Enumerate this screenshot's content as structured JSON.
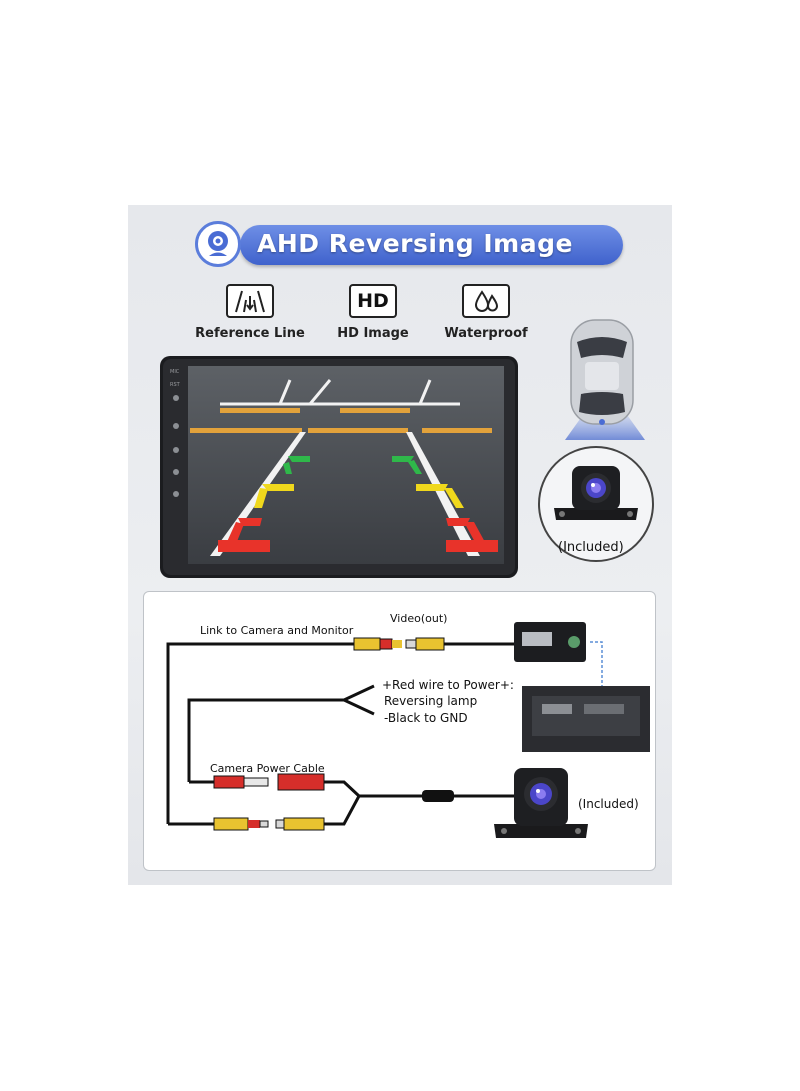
{
  "banner": {
    "title": "AHD Reversing Image",
    "icon": "webcam-icon",
    "color": "#4a6cd4"
  },
  "features": [
    {
      "label": "Reference Line",
      "icon": "reference-line-icon"
    },
    {
      "label": "HD Image",
      "icon": "hd-icon",
      "icon_text": "HD"
    },
    {
      "label": "Waterproof",
      "icon": "water-drops-icon"
    }
  ],
  "monitor": {
    "side_labels": [
      "MIC",
      "RST"
    ]
  },
  "camera_top": {
    "label": "(Included)"
  },
  "diagram": {
    "link_label": "Link to Camera and Monitor",
    "video_label": "Video(out)",
    "power_lines": [
      "+Red wire to Power+:",
      "Reversing lamp",
      "-Black to GND"
    ],
    "power_cable_label": "Camera Power Cable",
    "camera_label": "(Included)"
  }
}
